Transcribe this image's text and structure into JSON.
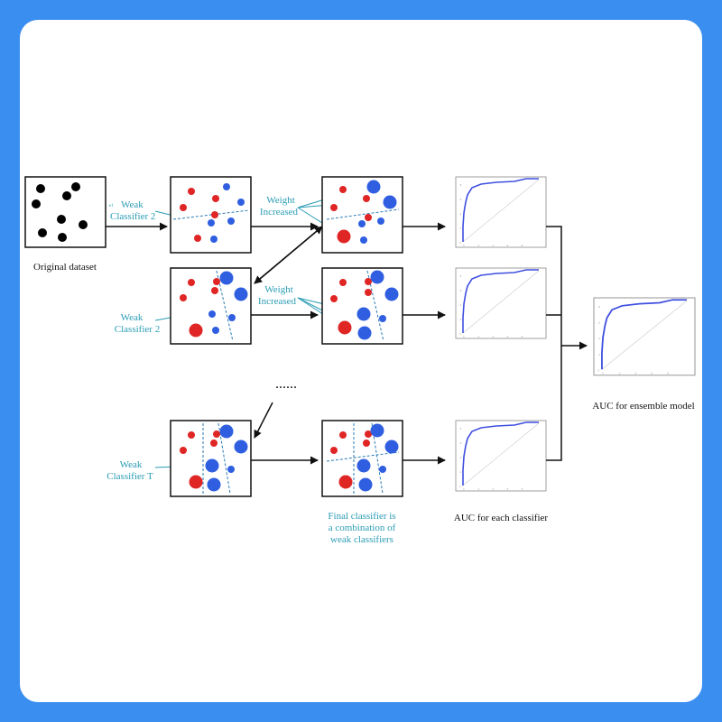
{
  "labels": {
    "original_dataset": "Original dataset",
    "weak_classifier_1_line1": "Weak",
    "weak_classifier_1_line2": "Classifier 2",
    "weight_increased_1_line1": "Weight",
    "weight_increased_1_line2": "Increased",
    "weak_classifier_2_line1": "Weak",
    "weak_classifier_2_line2": "Classifier 2",
    "weight_increased_2_line1": "Weight",
    "weight_increased_2_line2": "Increased",
    "ellipsis": "......",
    "weak_classifier_t_line1": "Weak",
    "weak_classifier_t_line2": "Classifier T",
    "final_classifier_line1": "Final classifier is",
    "final_classifier_line2": "a combination of",
    "final_classifier_line3": "weak classifiers",
    "auc_each": "AUC for each classifier",
    "auc_ensemble": "AUC for ensemble model"
  },
  "colors": {
    "background": "#3a8ef0",
    "card": "#ffffff",
    "label_teal": "#2a9cb4",
    "red_point": "#e02525",
    "blue_point": "#2f5fe0",
    "black_point": "#000000",
    "roc_curve": "#3f4fe0"
  }
}
